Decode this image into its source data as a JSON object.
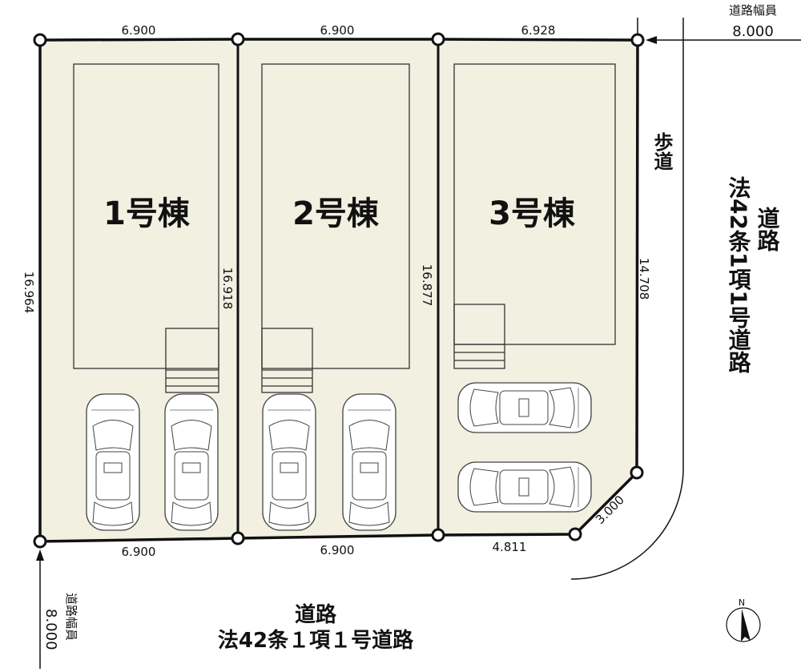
{
  "lots": [
    {
      "label": "1号棟",
      "top": "6.900",
      "bottom": "6.900",
      "left": "16.964",
      "right": "16.918"
    },
    {
      "label": "2号棟",
      "top": "6.900",
      "bottom": "6.900",
      "right": "16.877"
    },
    {
      "label": "3号棟",
      "top": "6.928",
      "bottom": "4.811",
      "right": "14.708",
      "corner": "3.000"
    }
  ],
  "sidewalk": "歩道",
  "east_road": {
    "width_label": "道路幅員",
    "width": "8.000",
    "line1": "道路",
    "line2": "法42条1項1号道路"
  },
  "south_road": {
    "width_label": "道路幅員",
    "width": "8.000",
    "line1": "道路",
    "line2": "法42条１項１号道路"
  },
  "compass": "N",
  "colors": {
    "lot_fill": "#f1f0e1",
    "line": "#111111"
  }
}
